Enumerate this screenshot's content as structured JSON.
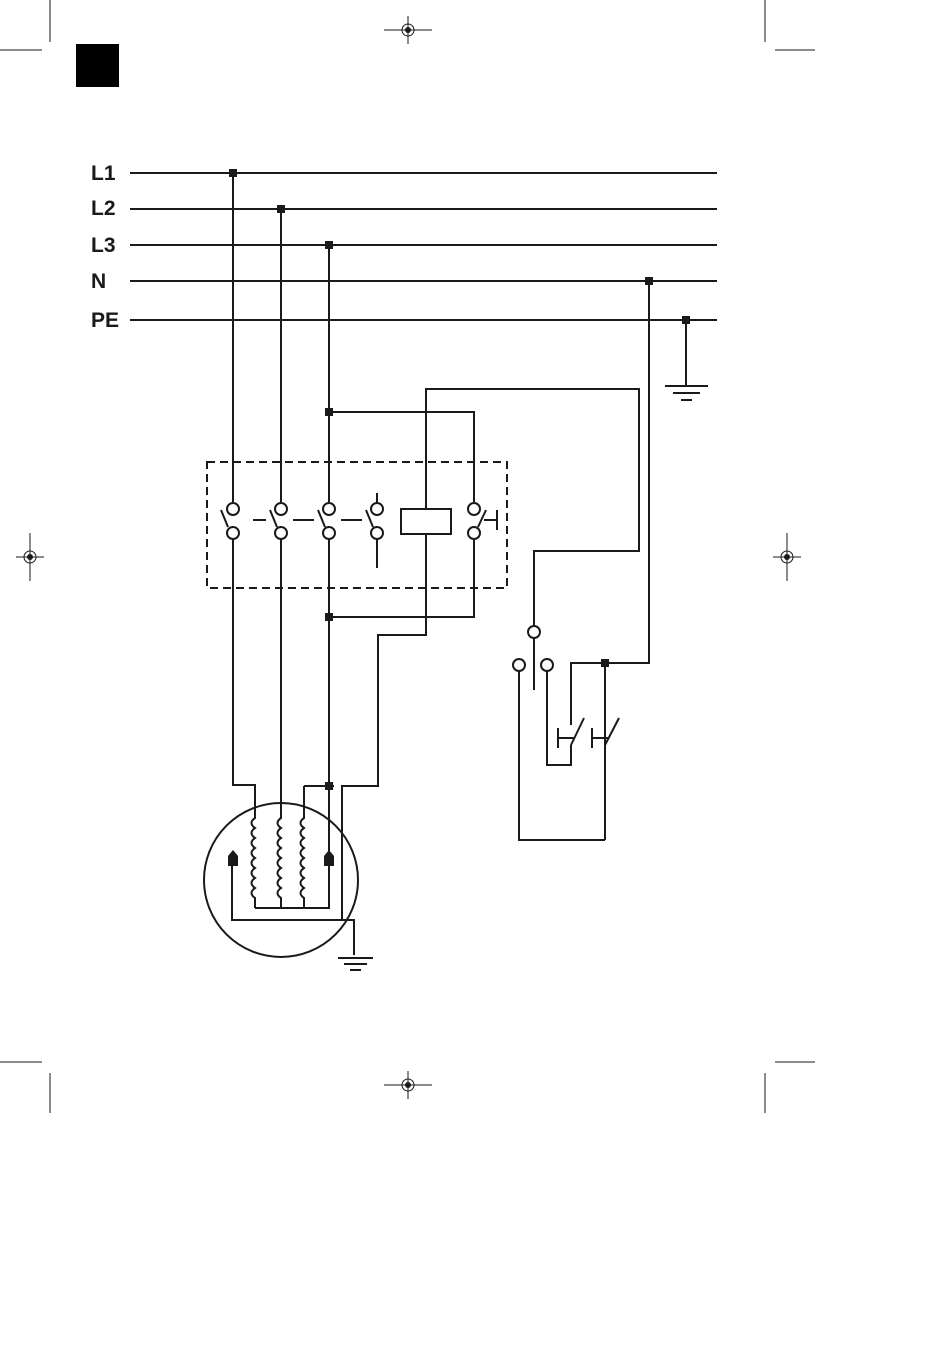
{
  "bus_labels": {
    "l1": "L1",
    "l2": "L2",
    "l3": "L3",
    "n": "N",
    "pe": "PE"
  },
  "colors": {
    "ink": "#1a1a1a",
    "background": "#ffffff",
    "corner_block": "#000000"
  },
  "icons": [
    "registration-mark-icon",
    "ground-symbol-icon",
    "motor-winding-icon",
    "switch-contact-icon",
    "relay-coil-icon"
  ]
}
